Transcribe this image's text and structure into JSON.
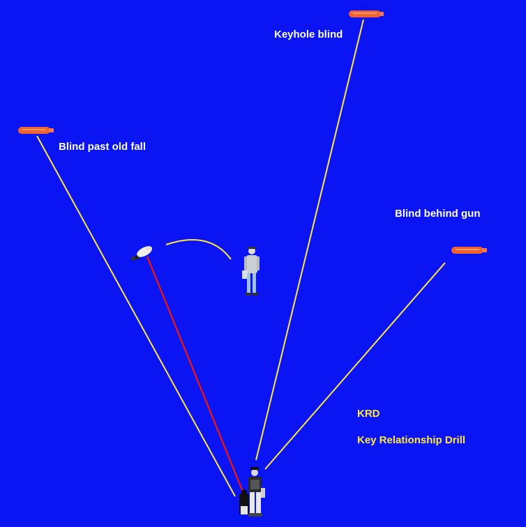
{
  "labels": {
    "keyhole_blind": "Keyhole blind",
    "blind_past_old_fall": "Blind past old fall",
    "blind_behind_gun": "Blind behind gun",
    "acronym": "KRD",
    "full_title": "Key Relationship Drill"
  },
  "colors": {
    "background": "#0b14f2",
    "blind_line": "#ffe93a",
    "mark_line": "#e01818",
    "bumper": "#f2622e",
    "label_text": "#ffffff",
    "title_text": "#ffe93a"
  }
}
